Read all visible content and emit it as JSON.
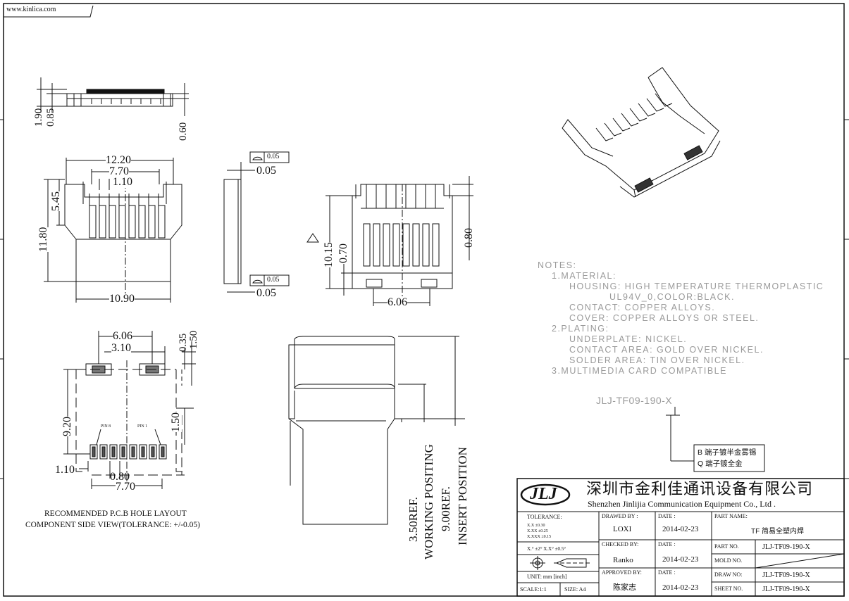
{
  "watermark_url": "www.kinlica.com",
  "dimensions": {
    "top_view": [
      "1.90",
      "0.85",
      "0.60"
    ],
    "front_view": [
      "12.20",
      "7.70",
      "1.10",
      "5.45",
      "11.80",
      "10.90"
    ],
    "side_view": [
      "0.05",
      "0.05"
    ],
    "flatness_tolerance": [
      "0.05",
      "0.05"
    ],
    "bottom_view": [
      "10.15",
      "0.70",
      "0.80",
      "6.06"
    ],
    "pcb_layout": [
      "6.06",
      "3.10",
      "0.35",
      "1.50",
      "9.20",
      "1.50",
      "1.10",
      "0.80",
      "7.70"
    ],
    "insert_view": [
      "3.50REF.",
      "WORKING POSITING",
      "9.00REF.",
      "INSERT POSITION"
    ]
  },
  "pcb_pin_labels": [
    "PIN 8",
    "PIN 1"
  ],
  "pcb_caption": [
    "RECOMMENDED P.C.B HOLE LAYOUT",
    "COMPONENT SIDE VIEW(TOLERANCE: +/-0.05)"
  ],
  "notes": [
    "NOTES:",
    "1.MATERIAL:",
    "HOUSING: HIGH TEMPERATURE THERMOPLASTIC",
    "UL94V_0,COLOR:BLACK.",
    "CONTACT: COPPER ALLOYS.",
    "COVER: COPPER ALLOYS OR STEEL.",
    "2.PLATING:",
    "UNDERPLATE: NICKEL.",
    "CONTACT AREA: GOLD OVER NICKEL.",
    "SOLDER AREA: TIN OVER NICKEL.",
    "3.MULTIMEDIA CARD COMPATIBLE"
  ],
  "part_code": "JLJ-TF09-190-X",
  "plating_options": [
    "B  端子镀半金雾锡",
    "Q  端子镀全金"
  ],
  "title_block": {
    "logo": "JLJ",
    "company_cn": "深圳市金利佳通讯设备有限公司",
    "company_en": "Shenzhen Jinlijia Communication Equipment Co., Ltd .",
    "tolerance_label": "TOLERANCE:",
    "tol_x": "X.X   ±0.30",
    "tol_xx": "X.XX  ±0.25",
    "tol_xxx": "X.XXX ±0.15",
    "tol_angle": "X.° ±2°   X.X° ±0.5°",
    "unit": "UNIT:  mm [inch]",
    "scale": "SCALE:1:1",
    "size": "SIZE: A4",
    "drawn_by_label": "DRAWED BY :",
    "drawn_by": "LOXI",
    "checked_by_label": "CHECKED BY:",
    "checked_by": "Ranko",
    "approved_by_label": "APPROVED BY:",
    "approved_by": "陈家志",
    "date_label": "DATE :",
    "date_1": "2014-02-23",
    "date_2": "2014-02-23",
    "date_3": "2014-02-23",
    "part_name_label": "PART NAME:",
    "part_name": "TF 简易全塑内焊",
    "part_no_label": "PART NO.",
    "part_no": "JLJ-TF09-190-X",
    "mold_no_label": "MOLD NO.",
    "mold_no": "",
    "draw_no_label": "DRAW NO:",
    "draw_no": "JLJ-TF09-190-X",
    "sheet_no_label": "SHEET NO.",
    "sheet_no": "JLJ-TF09-190-X"
  }
}
